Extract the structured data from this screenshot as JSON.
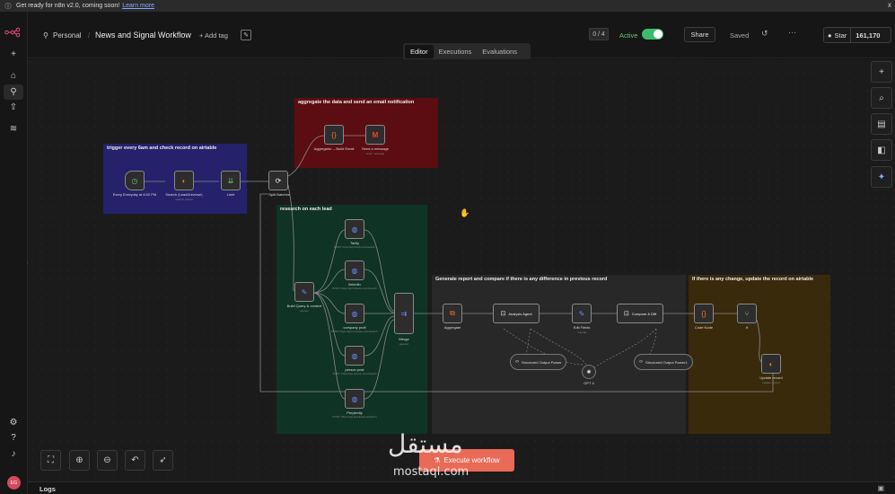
{
  "banner": {
    "message": "Get ready for n8n v2.0, coming soon!",
    "link": "Learn more",
    "close_glyph": "x"
  },
  "header": {
    "project": "Personal",
    "workflow_title": "News and Signal Workflow",
    "add_tag": "+ Add tag",
    "counter": "0 / 4",
    "active_label": "Active",
    "share": "Share",
    "saved": "Saved",
    "star": "Star",
    "star_count": "161,170"
  },
  "tabs": [
    "Editor",
    "Executions",
    "Evaluations"
  ],
  "sticky_notes": {
    "trigger": "trigger every 6am and check record on airtable",
    "aggregate": "aggregate the data and send an email notification",
    "research": "research on each lead",
    "report": "Generate report and compare if there is any difference in previous record",
    "update": "If there is any change, update the record on airtable"
  },
  "nodes": {
    "schedule": "Every Everyday at 6:00 PM",
    "search": "Search (LeadUniverse)",
    "search_sub": "search: record",
    "limit": "Limit",
    "split": "Split Batches",
    "aggregator": "Aggregator -- Build Email",
    "send_message": "Send a message",
    "send_message_sub": "send: message",
    "build_query": "Build Query & context",
    "build_query_sub": "context",
    "tavily": "Tavily",
    "tavily_sub": "POST: https://api.tavily.com/search",
    "linkedin": "linkedin",
    "linkedin_sub": "POST: https://api.linkedin.com/search",
    "company_profile": "company profi",
    "company_profile_sub": "POST: https://api.company.com/search",
    "person_post": "person post",
    "person_post_sub": "POST: https://api.person.com/search",
    "perplexity": "Perplexity",
    "perplexity_sub": "POST: https://api.perplexity.ai/search",
    "merge": "Merge",
    "merge_sub": "append",
    "aggregate": "Aggregate",
    "analysis_agent": "Analysis Agent",
    "edit_fields": "Edit Fields",
    "edit_fields_sub": "manual",
    "compare_diff": "Compare & Diff",
    "structured_output_1": "Structured Output Parser",
    "structured_output_2": "Structured Output Parser1",
    "gpt": "GPT 4",
    "code_node": "Code Node",
    "if_node": "If",
    "update_record": "Update record",
    "update_record_sub": "update: record"
  },
  "canvas_tools": {
    "execute": "Execute workflow"
  },
  "logs": {
    "label": "Logs"
  },
  "user": {
    "initials": "EG"
  },
  "watermark": {
    "arabic": "مستقل",
    "latin": "mostaql.com"
  },
  "colors": {
    "trigger_sticky": "#25216a",
    "aggregate_sticky": "#5c0d12",
    "research_sticky": "#0f3325",
    "report_sticky": "#282828",
    "update_sticky": "#3a2a0c",
    "execute_button": "#e86a57",
    "active_toggle": "#3dbb6d"
  }
}
